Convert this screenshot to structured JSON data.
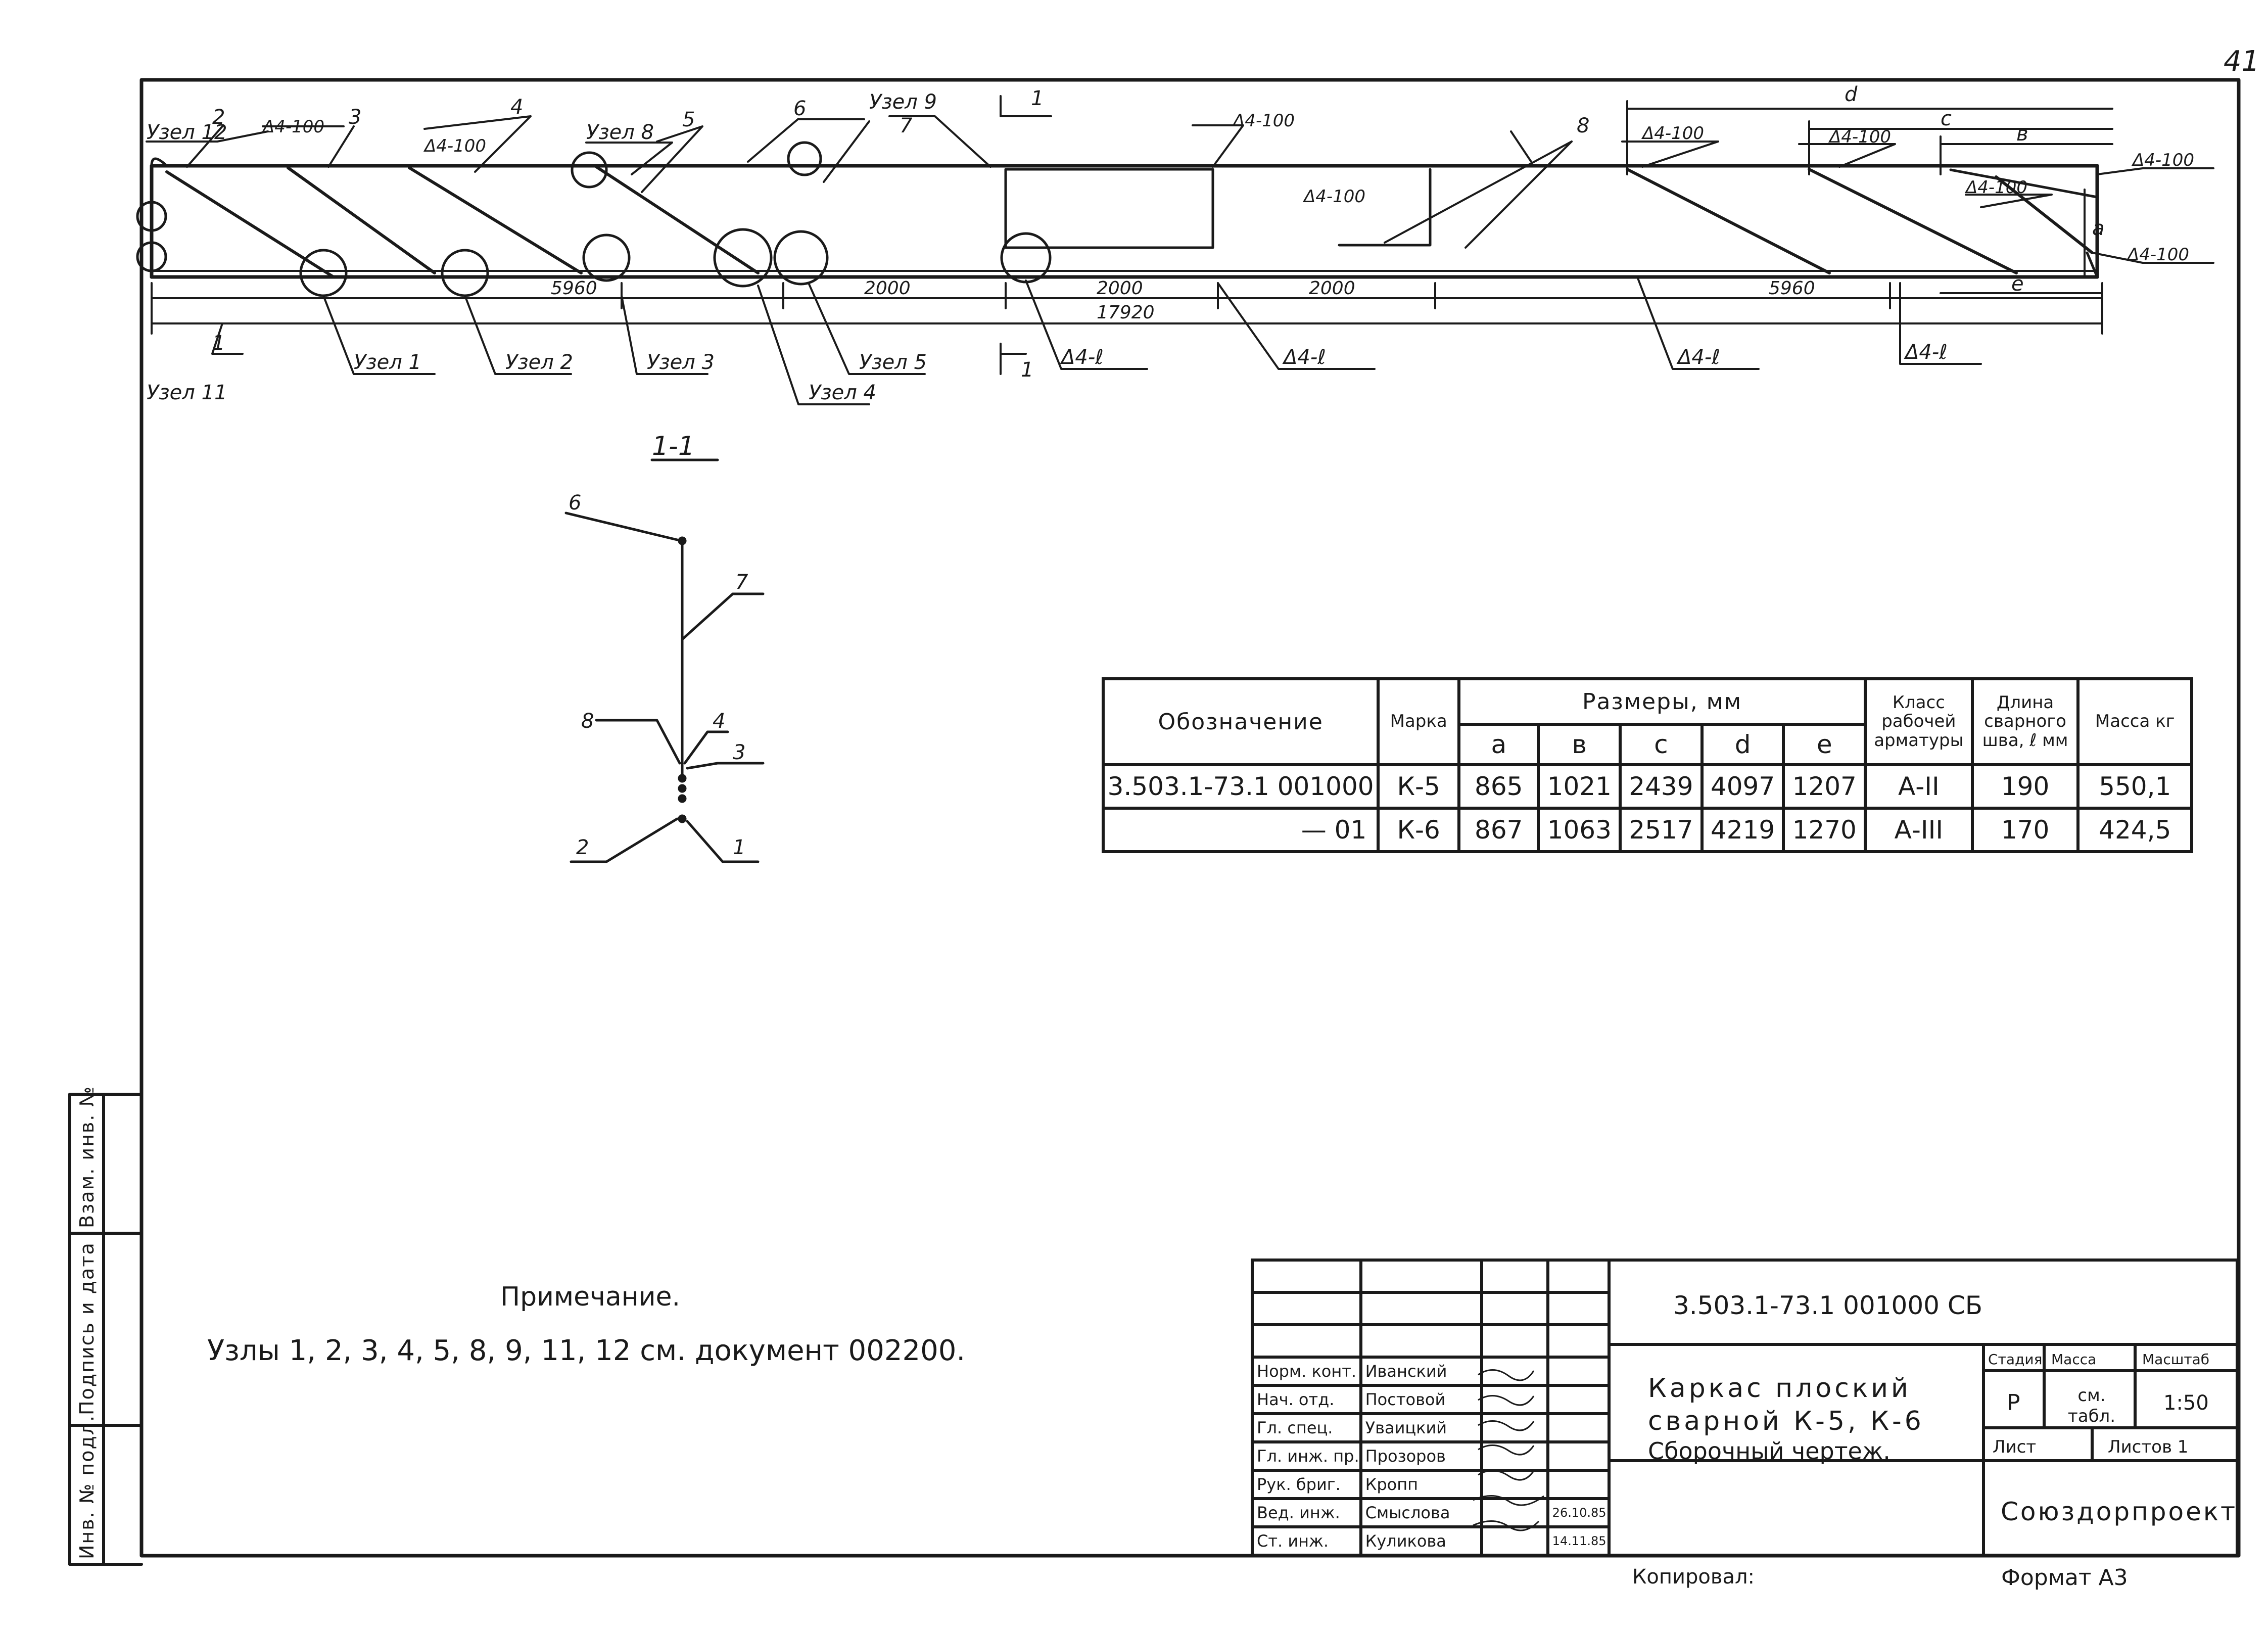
{
  "page_number": "41",
  "callouts": {
    "node12": "Узел 12",
    "node11": "Узел 11",
    "node1": "Узел 1",
    "node2": "Узел 2",
    "node3": "Узел 3",
    "node4": "Узел 4",
    "node5": "Узел 5",
    "node8": "Узел 8",
    "node9": "Узел 9",
    "weld_4_100": "Δ4-100",
    "weld_4_l": "Δ4-ℓ",
    "pos_1": "1",
    "pos_2": "2",
    "pos_3": "3",
    "pos_4": "4",
    "pos_5": "5",
    "pos_6": "6",
    "pos_7": "7",
    "pos_8": "8",
    "section_mark": "1"
  },
  "dimensions": {
    "left_span": "5960",
    "mid1": "2000",
    "mid2": "2000",
    "mid3": "2000",
    "right_span": "5960",
    "total": "17920",
    "d": "d",
    "c": "c",
    "b": "в",
    "a": "a",
    "e": "e"
  },
  "section": {
    "title": "1-1",
    "labels": [
      "6",
      "7",
      "8",
      "4",
      "3",
      "2",
      "1"
    ]
  },
  "param_table": {
    "header_designation": "Обозначение",
    "header_mark": "Марка",
    "header_sizes": "Размеры, мм",
    "header_a": "a",
    "header_b": "в",
    "header_c": "c",
    "header_d": "d",
    "header_e": "e",
    "header_class": "Класс рабочей арматуры",
    "header_weld": "Длина сварного шва, ℓ мм",
    "header_mass": "Масса кг",
    "rows": [
      {
        "designation": "3.503.1-73.1 001000",
        "mark": "К-5",
        "a": "865",
        "b": "1021",
        "c": "2439",
        "d": "4097",
        "e": "1207",
        "class": "А-II",
        "weld": "190",
        "mass": "550,1"
      },
      {
        "designation": "— 01",
        "mark": "К-6",
        "a": "867",
        "b": "1063",
        "c": "2517",
        "d": "4219",
        "e": "1270",
        "class": "А-III",
        "weld": "170",
        "mass": "424,5"
      }
    ]
  },
  "note": {
    "title": "Примечание.",
    "text": "Узлы 1, 2, 3, 4, 5, 8, 9, 11, 12 см. документ 002200."
  },
  "left_stamp": {
    "inv_vzam": "Взам. инв. №",
    "sign_date": "Подпись и дата",
    "inv_orig": "Инв. № подл."
  },
  "title_block": {
    "doc_code": "3.503.1-73.1   001000 СБ",
    "title_line1": "Каркас плоский",
    "title_line2": "сварной К-5, К-6",
    "title_line3": "Сборочный чертеж.",
    "stage_label": "Стадия",
    "mass_label": "Масса",
    "scale_label": "Масштаб",
    "stage_value": "Р",
    "mass_value": "см. табл.",
    "scale_value": "1:50",
    "sheet_label": "Лист",
    "sheets_label": "Листов 1",
    "org": "Союздорпроект",
    "signers": [
      {
        "role": "Норм. конт.",
        "name": "Иванский",
        "date": ""
      },
      {
        "role": "Нач. отд.",
        "name": "Постовой",
        "date": ""
      },
      {
        "role": "Гл. спец.",
        "name": "Уваицкий",
        "date": ""
      },
      {
        "role": "Гл. инж. пр.",
        "name": "Прозоров",
        "date": ""
      },
      {
        "role": "Рук. бриг.",
        "name": "Кропп",
        "date": ""
      },
      {
        "role": "Вед. инж.",
        "name": "Смыслова",
        "date": "26.10.85"
      },
      {
        "role": "Ст. инж.",
        "name": "Куликова",
        "date": "14.11.85"
      }
    ]
  },
  "footer": {
    "copied": "Копировал:",
    "format": "Формат А3"
  }
}
